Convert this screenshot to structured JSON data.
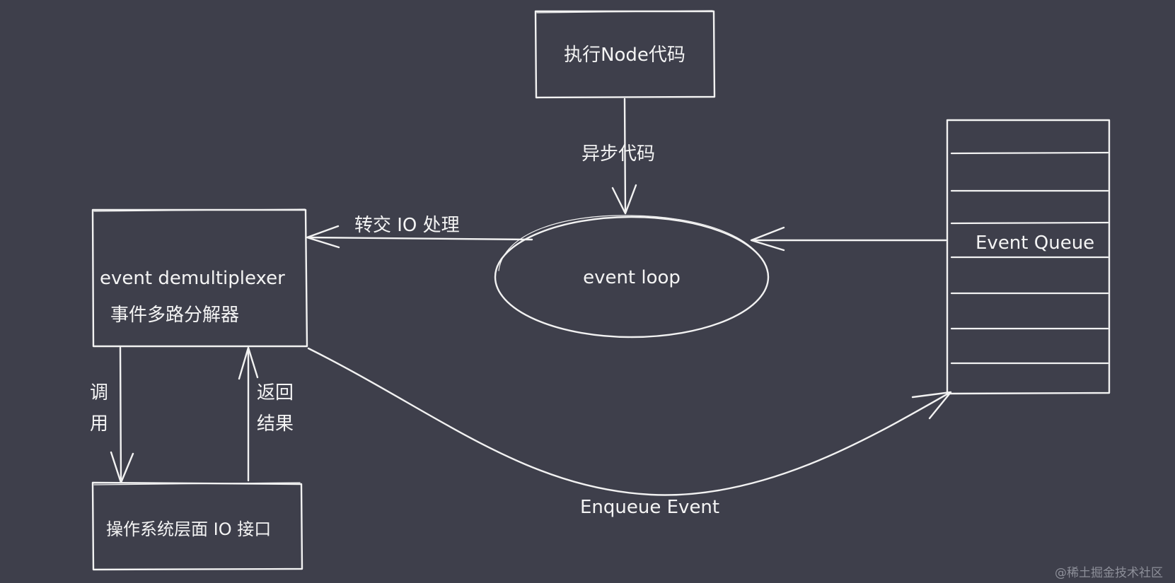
{
  "nodes": {
    "node_code": "执行Node代码",
    "event_loop": "event loop",
    "event_queue": "Event Queue",
    "demux_en": "event demultiplexer",
    "demux_cn": "事件多路分解器",
    "os_io": "操作系统层面 IO 接口"
  },
  "edges": {
    "async_code": "异步代码",
    "delegate_io": "转交 IO 处理",
    "call": "调用",
    "return_result": "返回结果",
    "enqueue_event": "Enqueue Event"
  },
  "watermark": "@稀土掘金技术社区",
  "colors": {
    "background": "#3e3f4b",
    "stroke": "#f2f2f2",
    "text": "#f4f4f4"
  }
}
